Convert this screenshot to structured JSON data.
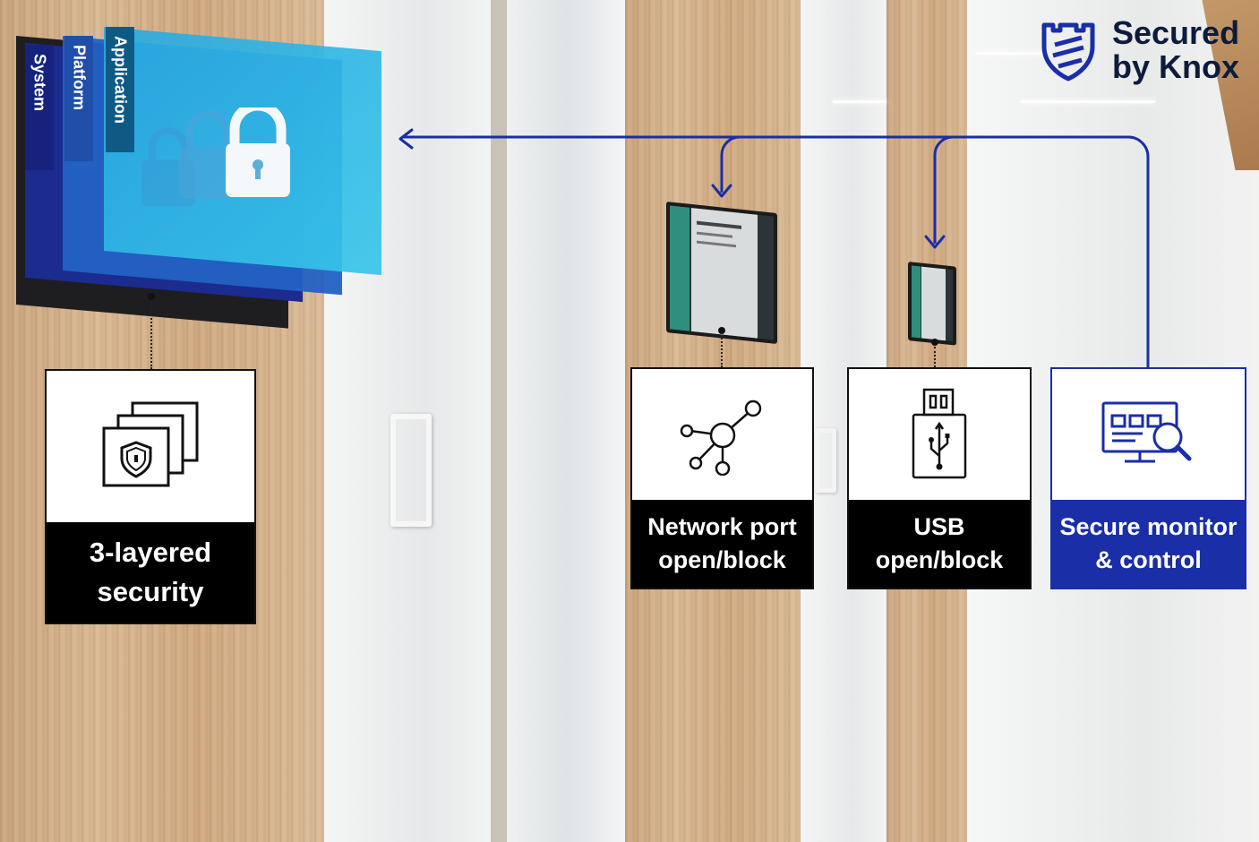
{
  "layers": {
    "system": "System",
    "platform": "Platform",
    "application": "Application"
  },
  "logo": {
    "line1": "Secured",
    "line2": "by Knox",
    "icon": "knox-shield-icon"
  },
  "callouts": {
    "three_layer": {
      "label": "3-layered\nsecurity",
      "icon": "stacked-shield-icon"
    },
    "network": {
      "label": "Network port\nopen/block",
      "icon": "network-nodes-icon"
    },
    "usb": {
      "label": "USB\nopen/block",
      "icon": "usb-drive-icon"
    },
    "monitor": {
      "label": "Secure monitor\n& control",
      "icon": "monitor-search-icon"
    }
  },
  "colors": {
    "accent_blue": "#1a2ea8",
    "layer_cyan": "#2ec3e6",
    "label_black": "#000000"
  }
}
